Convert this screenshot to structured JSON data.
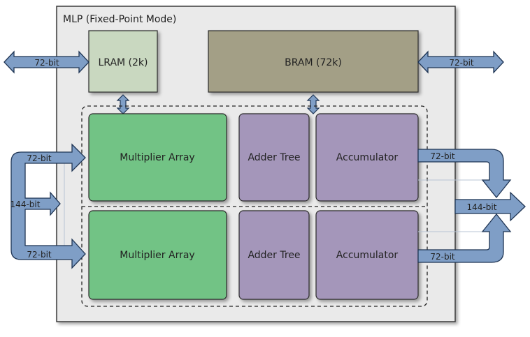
{
  "title": "MLP (Fixed-Point Mode)",
  "blocks": {
    "lram": "LRAM (2k)",
    "bram": "BRAM (72k)",
    "mult_top": "Multiplier Array",
    "mult_bottom": "Multiplier Array",
    "adder_top": "Adder Tree",
    "adder_bottom": "Adder Tree",
    "acc_top": "Accumulator",
    "acc_bottom": "Accumulator"
  },
  "buses": {
    "lram_io": "72-bit",
    "bram_io": "72-bit",
    "in_total": "144-bit",
    "in_top": "72-bit",
    "in_bottom": "72-bit",
    "out_top": "72-bit",
    "out_bottom": "72-bit",
    "out_total": "144-bit"
  },
  "colors": {
    "frame": "#eaeaea",
    "lram": "#c9d8c0",
    "bram": "#a39f86",
    "multiplier": "#72c385",
    "adder": "#a496ba",
    "arrow": "#7f9ec6",
    "arrow_stroke": "#1f3554"
  }
}
